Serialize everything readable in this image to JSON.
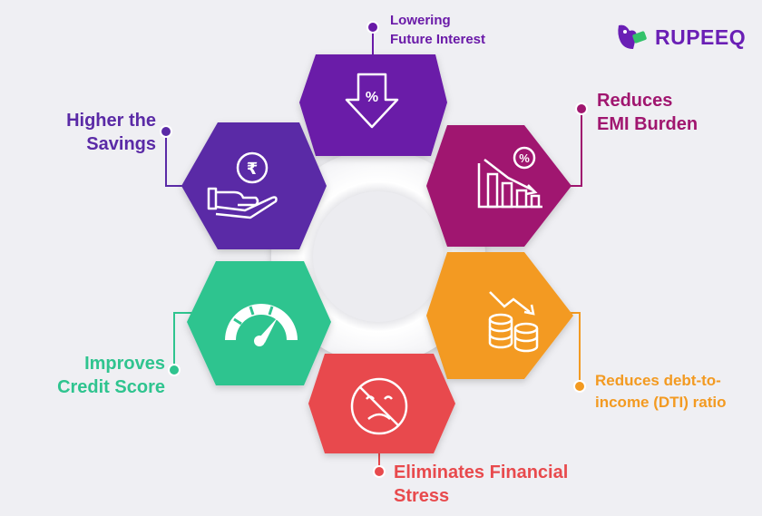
{
  "brand": {
    "name": "RUPEEQ",
    "color": "#6a1fb5",
    "accent": "#33c26a"
  },
  "ring": {
    "outer_color": "#f6f6f8",
    "hole_color": "#e9e9ee"
  },
  "items": [
    {
      "id": "lowering-interest",
      "label_lines": [
        "Lowering",
        "Future Interest"
      ],
      "color": "#6a1aa8",
      "icon": "percent-down-arrow-icon"
    },
    {
      "id": "reduces-emi",
      "label_lines": [
        "Reduces",
        "EMI Burden"
      ],
      "color": "#a0166f",
      "icon": "declining-bar-chart-icon"
    },
    {
      "id": "reduces-dti",
      "label_lines": [
        "Reduces debt-to-",
        "income (DTI) ratio"
      ],
      "color": "#f39a21",
      "icon": "coin-stacks-icon"
    },
    {
      "id": "eliminates-stress",
      "label_lines": [
        "Eliminates Financial",
        "Stress"
      ],
      "color": "#e84a4d",
      "icon": "no-sad-face-icon"
    },
    {
      "id": "improves-credit",
      "label_lines": [
        "Improves",
        "Credit Score"
      ],
      "color": "#2fc48f",
      "icon": "speedometer-icon"
    },
    {
      "id": "higher-savings",
      "label_lines": [
        "Higher the",
        "Savings"
      ],
      "color": "#5a2aa6",
      "icon": "rupee-hand-icon"
    }
  ]
}
